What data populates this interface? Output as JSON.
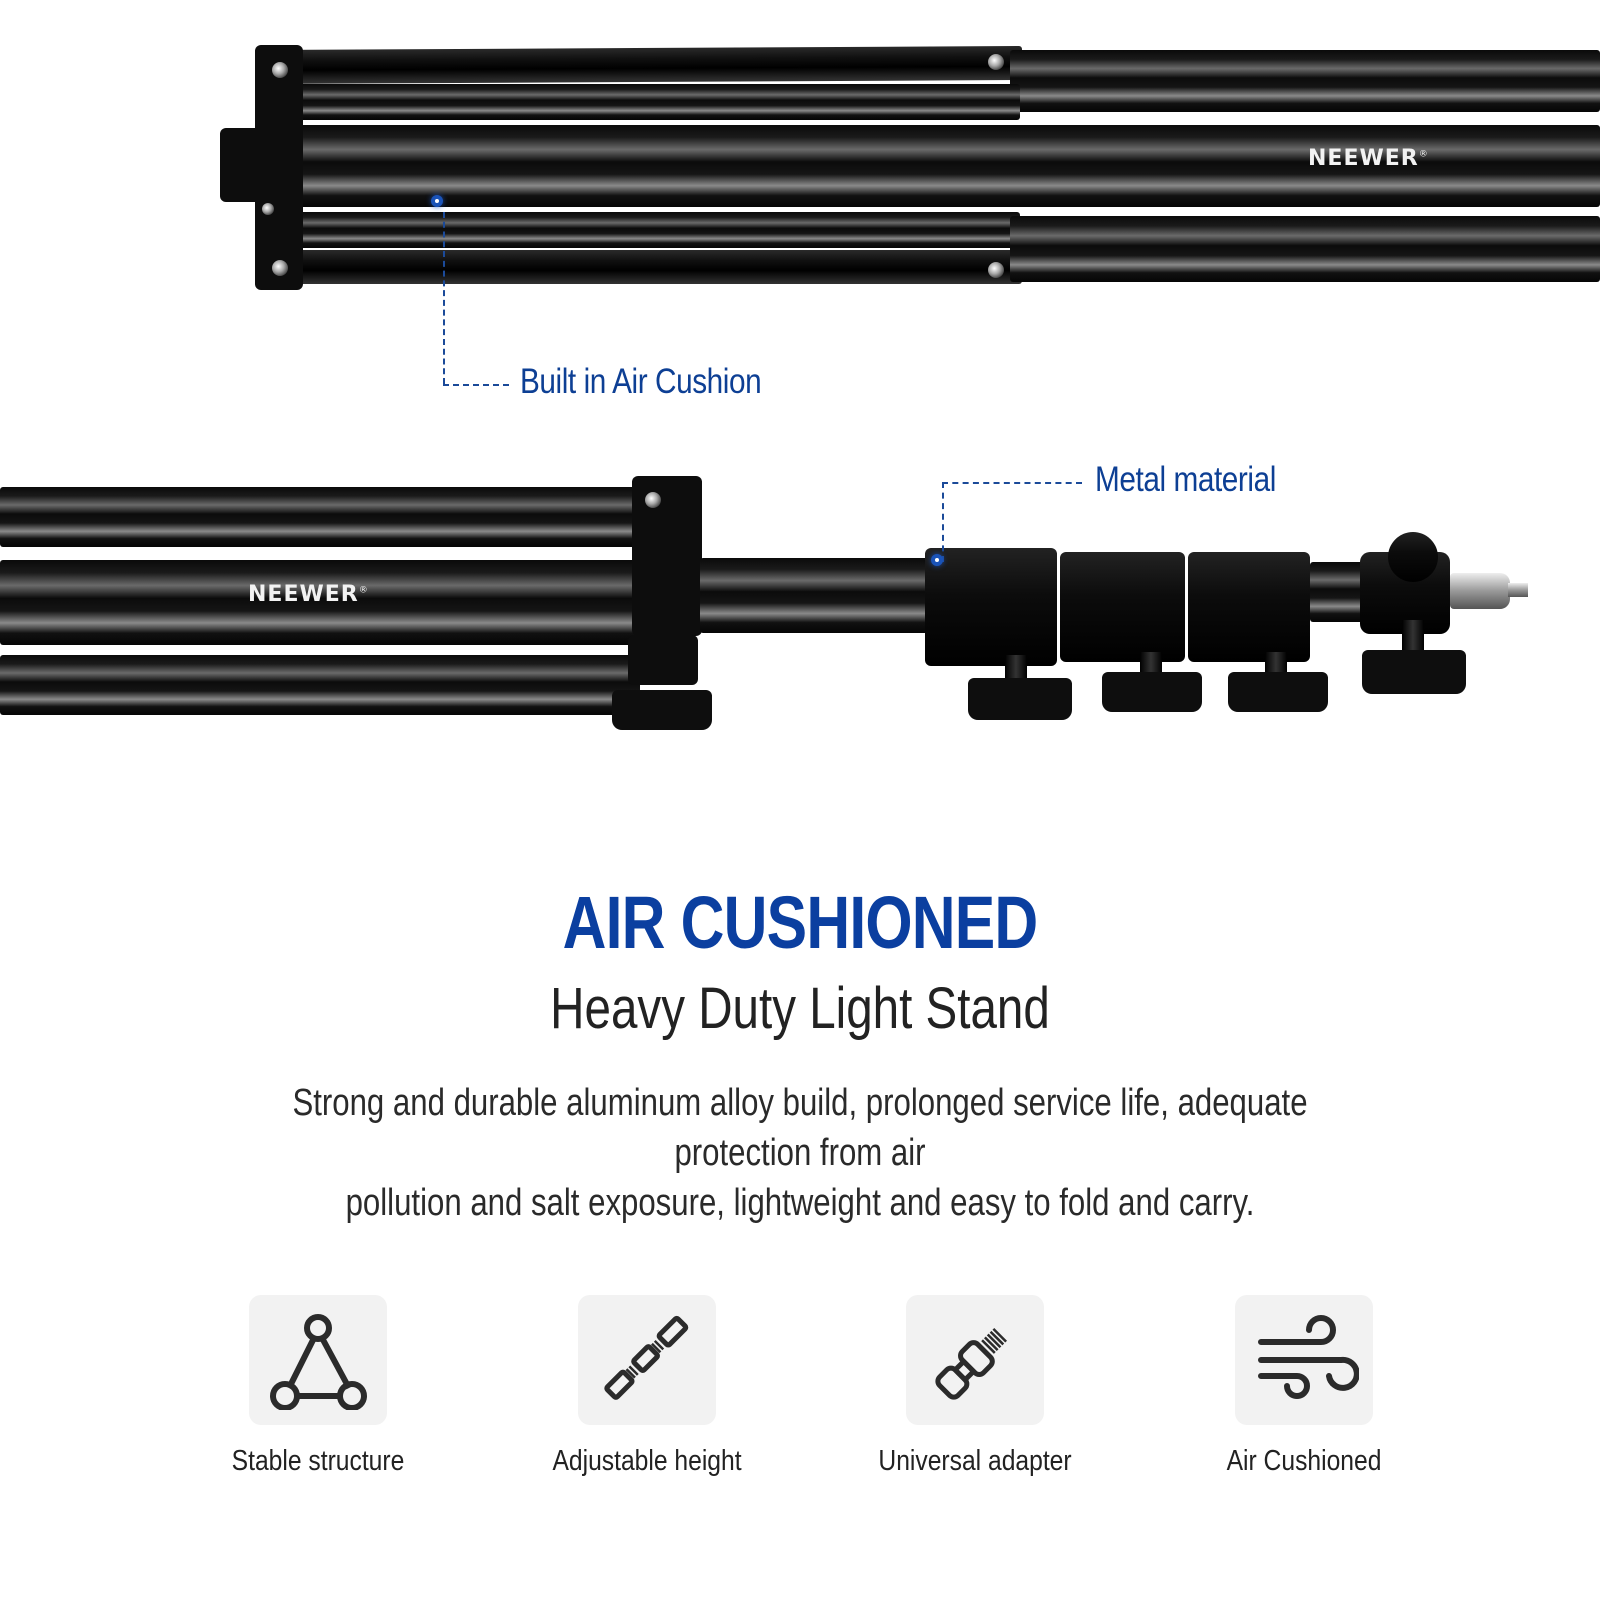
{
  "brand": {
    "logo_text": "NEEWER",
    "registered_mark": "®"
  },
  "colors": {
    "accent_blue": "#0b3fa0",
    "callout_blue": "#0d3f94",
    "icon_tile_bg": "#f2f2f2",
    "text_dark": "#222222"
  },
  "callouts": [
    {
      "label": "Built in Air Cushion",
      "icon": "callout-dot-icon"
    },
    {
      "label": "Metal material",
      "icon": "callout-dot-icon"
    }
  ],
  "headline": {
    "title": "AIR CUSHIONED",
    "subtitle": "Heavy Duty Light Stand",
    "description_line1": "Strong and durable aluminum alloy build, prolonged service life, adequate protection from air",
    "description_line2": "pollution and salt exposure, lightweight and easy to fold and carry."
  },
  "features": [
    {
      "icon": "triangle-nodes-icon",
      "label": "Stable structure"
    },
    {
      "icon": "telescopic-ruler-icon",
      "label": "Adjustable height"
    },
    {
      "icon": "spigot-adapter-icon",
      "label": "Universal adapter"
    },
    {
      "icon": "wind-icon",
      "label": "Air Cushioned"
    }
  ]
}
